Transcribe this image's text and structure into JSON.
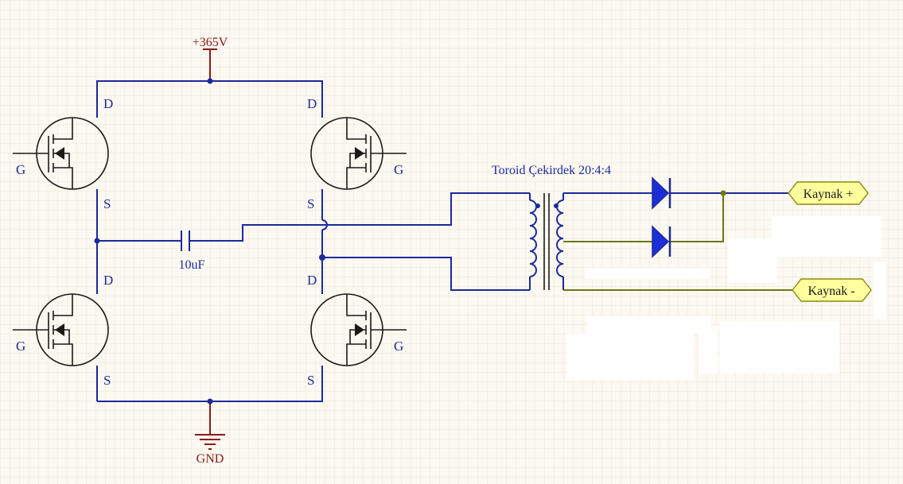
{
  "power": {
    "vcc_label": "+365V",
    "gnd_label": "GND"
  },
  "capacitor": {
    "label": "10uF"
  },
  "transformer": {
    "label": "Toroid Çekirdek 20:4:4"
  },
  "pins": {
    "drain": "D",
    "source": "S",
    "gate": "G"
  },
  "ports": {
    "positive": "Kaynak +",
    "negative": "Kaynak -"
  },
  "colors": {
    "wire": "#1c2a9c",
    "secondary_wire": "#6f7414",
    "power": "#8b1a1a",
    "port_fill": "#ffff9e",
    "background": "#fbf9f1"
  }
}
